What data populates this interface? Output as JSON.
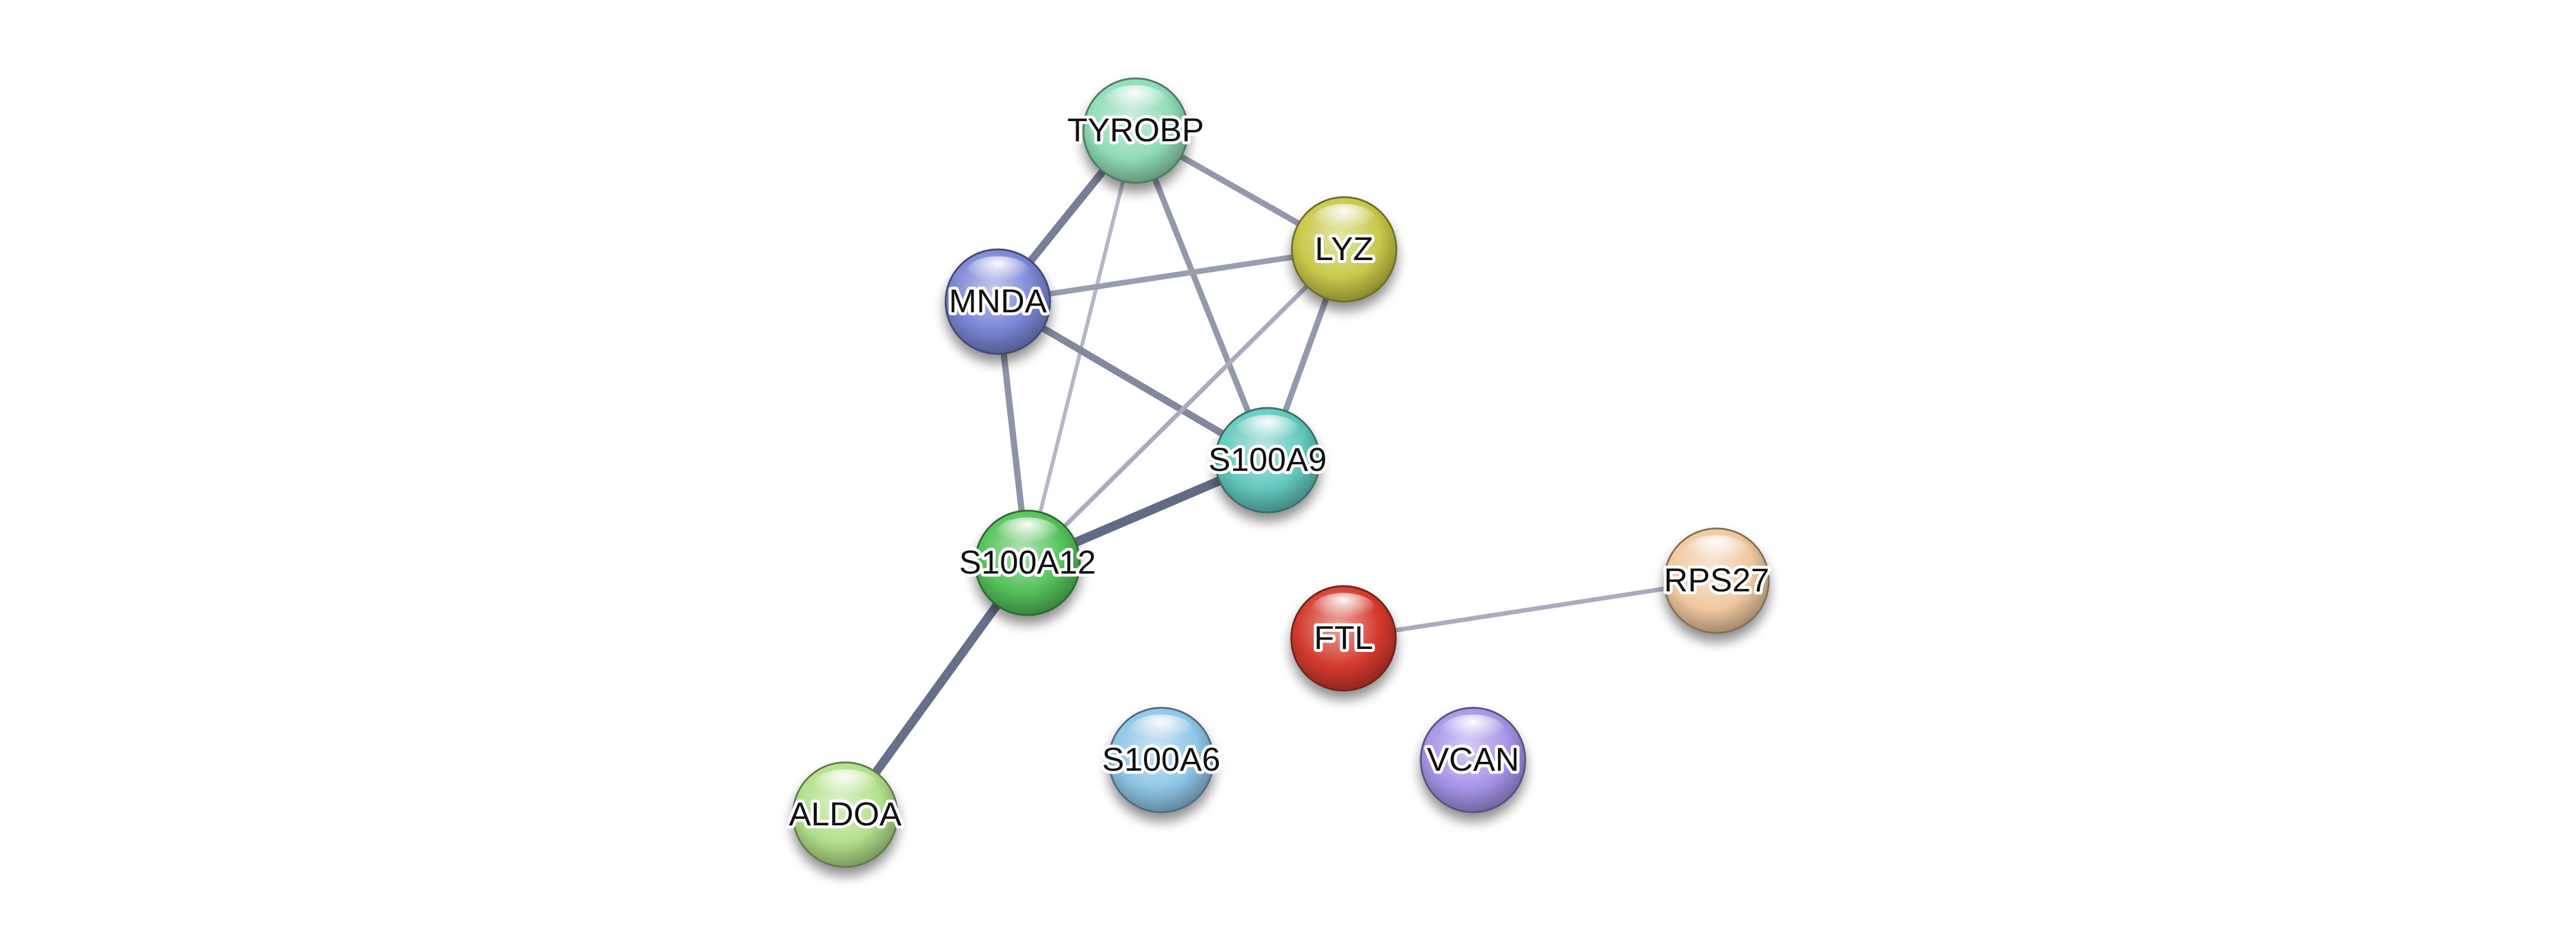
{
  "network": {
    "nodes": [
      {
        "id": "TYROBP",
        "label": "TYROBP",
        "color": "#8fdcb6"
      },
      {
        "id": "LYZ",
        "label": "LYZ",
        "color": "#c8c84a"
      },
      {
        "id": "MNDA",
        "label": "MNDA",
        "color": "#7a86d6"
      },
      {
        "id": "S100A9",
        "label": "S100A9",
        "color": "#63c9bd"
      },
      {
        "id": "S100A12",
        "label": "S100A12",
        "color": "#54c25a"
      },
      {
        "id": "ALDOA",
        "label": "ALDOA",
        "color": "#b3e08a"
      },
      {
        "id": "FTL",
        "label": "FTL",
        "color": "#d43a2e"
      },
      {
        "id": "RPS27",
        "label": "RPS27",
        "color": "#f0c9a0"
      },
      {
        "id": "S100A6",
        "label": "S100A6",
        "color": "#8fc6e6"
      },
      {
        "id": "VCAN",
        "label": "VCAN",
        "color": "#a893e8"
      }
    ],
    "edges": [
      {
        "source": "TYROBP",
        "target": "MNDA",
        "strength": 0.75
      },
      {
        "source": "TYROBP",
        "target": "LYZ",
        "strength": 0.5
      },
      {
        "source": "TYROBP",
        "target": "S100A9",
        "strength": 0.5
      },
      {
        "source": "TYROBP",
        "target": "S100A12",
        "strength": 0.2
      },
      {
        "source": "MNDA",
        "target": "LYZ",
        "strength": 0.45
      },
      {
        "source": "MNDA",
        "target": "S100A9",
        "strength": 0.65
      },
      {
        "source": "MNDA",
        "target": "S100A12",
        "strength": 0.55
      },
      {
        "source": "LYZ",
        "target": "S100A9",
        "strength": 0.5
      },
      {
        "source": "LYZ",
        "target": "S100A12",
        "strength": 0.3
      },
      {
        "source": "S100A9",
        "target": "S100A12",
        "strength": 0.95
      },
      {
        "source": "S100A12",
        "target": "ALDOA",
        "strength": 0.9
      },
      {
        "source": "FTL",
        "target": "RPS27",
        "strength": 0.3
      }
    ]
  }
}
